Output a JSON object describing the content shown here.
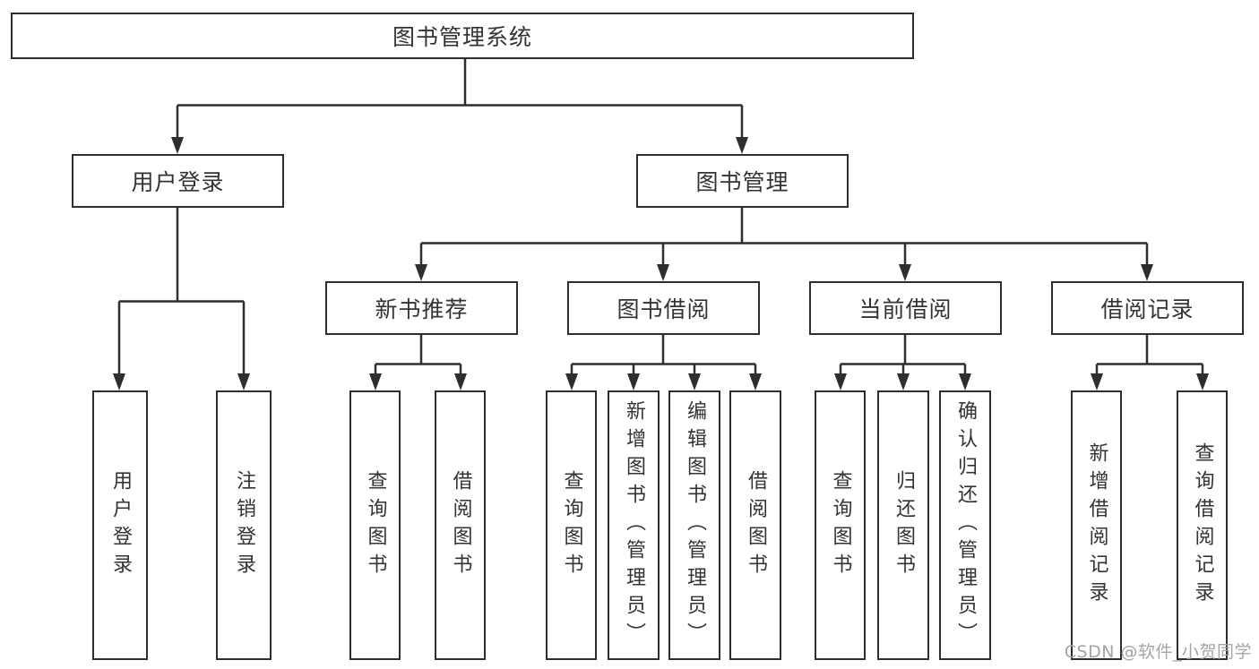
{
  "title": "图书管理系统",
  "colors": {
    "line": "#2e2e2e",
    "text": "#333333",
    "watermark": "#a5a5a5",
    "background": "#ffffff"
  },
  "watermark": {
    "text": "CSDN @软件_小贺同学"
  },
  "tree": {
    "root": {
      "label": "图书管理系统",
      "children": [
        {
          "label": "用户登录",
          "children": [
            {
              "label": "用户登录"
            },
            {
              "label": "注销登录"
            }
          ]
        },
        {
          "label": "图书管理",
          "children": [
            {
              "label": "新书推荐",
              "children": [
                {
                  "label": "查询图书"
                },
                {
                  "label": "借阅图书"
                }
              ]
            },
            {
              "label": "图书借阅",
              "children": [
                {
                  "label": "查询图书"
                },
                {
                  "label": "新增图书（管理员）"
                },
                {
                  "label": "编辑图书（管理员）"
                },
                {
                  "label": "借阅图书"
                }
              ]
            },
            {
              "label": "当前借阅",
              "children": [
                {
                  "label": "查询图书"
                },
                {
                  "label": "归还图书"
                },
                {
                  "label": "确认归还（管理员）"
                }
              ]
            },
            {
              "label": "借阅记录",
              "children": [
                {
                  "label": "新增借阅记录"
                },
                {
                  "label": "查询借阅记录"
                }
              ]
            }
          ]
        }
      ]
    }
  }
}
